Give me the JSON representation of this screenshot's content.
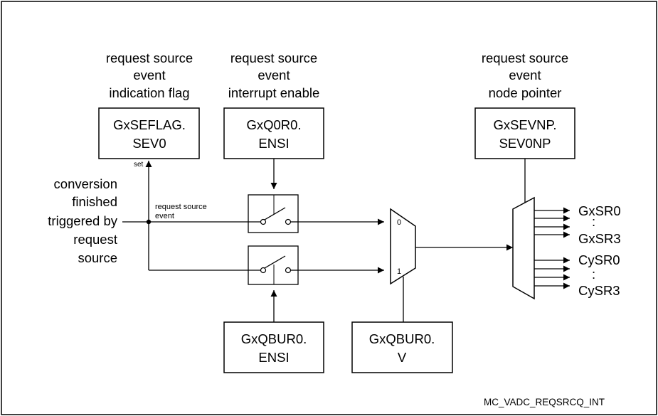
{
  "labels": {
    "flag_caption": [
      "request source",
      "event",
      "indication flag"
    ],
    "enable_caption": [
      "request source",
      "event",
      "interrupt enable"
    ],
    "nodeptr_caption": [
      "request source",
      "event",
      "node pointer"
    ],
    "input_caption": [
      "conversion",
      "finished",
      "triggered by",
      "request",
      "source"
    ],
    "set": "set",
    "event_label": [
      "request source",
      "event"
    ]
  },
  "boxes": {
    "sefflag": [
      "GxSEFLAG.",
      "SEV0"
    ],
    "q0r0": [
      "GxQ0R0.",
      "ENSI"
    ],
    "sevnp": [
      "GxSEVNP.",
      "SEV0NP"
    ],
    "qbur0_ensi": [
      "GxQBUR0.",
      "ENSI"
    ],
    "qbur0_v": [
      "GxQBUR0.",
      "V"
    ]
  },
  "mux": {
    "in0": "0",
    "in1": "1"
  },
  "outputs": [
    "GxSR0",
    ":",
    "GxSR3",
    "CySR0",
    ":",
    "CySR3"
  ],
  "figure_id": "MC_VADC_REQSRCQ_INT"
}
